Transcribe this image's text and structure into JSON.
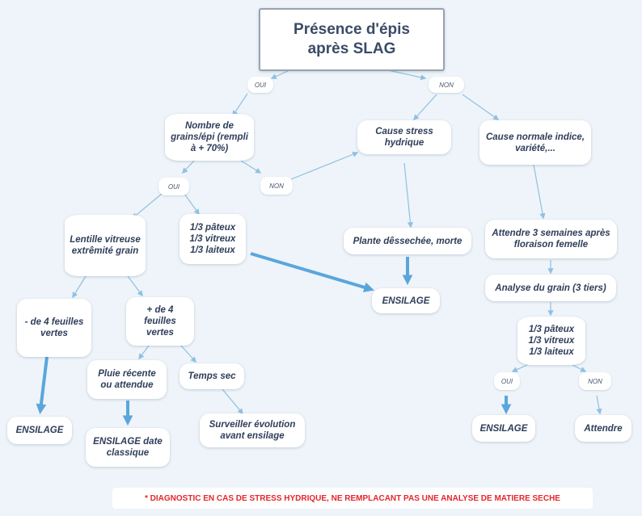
{
  "title": {
    "line1": "Présence d'épis",
    "line2": "après SLAG"
  },
  "labels": {
    "oui": "OUI",
    "non": "NON"
  },
  "nodes": {
    "nombre_grains": "Nombre de grains/épi (rempli à + 70%)",
    "cause_stress": "Cause stress hydrique",
    "cause_normale": "Cause normale indice, variété,...",
    "lentille": "Lentille vitreuse extrêmité grain",
    "tiers_left": "1/3 pâteux\n1/3 vitreux\n1/3 laiteux",
    "plante_dessechee": "Plante dêssechée, morte",
    "attendre_3": "Attendre 3 semaines après floraison femelle",
    "analyse_grain": "Analyse du grain (3 tiers)",
    "ensilage_mid": "ENSILAGE",
    "moins_4": "- de 4 feuilles vertes",
    "plus_4": "+ de 4 feuilles vertes",
    "tiers_right": "1/3 pâteux\n1/3 vitreux\n1/3 laiteux",
    "pluie": "Pluie récente ou attendue",
    "temps_sec": "Temps sec",
    "ensilage_left": "ENSILAGE",
    "ensilage_date": "ENSILAGE date classique",
    "surveiller": "Surveiller évolution avant ensilage",
    "ensilage_right": "ENSILAGE",
    "attendre": "Attendre"
  },
  "footnote": "* DIAGNOSTIC EN CAS DE STRESS HYDRIQUE, NE REMPLACANT PAS UNE ANALYSE DE MATIERE SECHE",
  "colors": {
    "thin_arrow": "#8fc0e3",
    "thick_arrow": "#5aa6dc",
    "note_text": "#e3262b"
  }
}
